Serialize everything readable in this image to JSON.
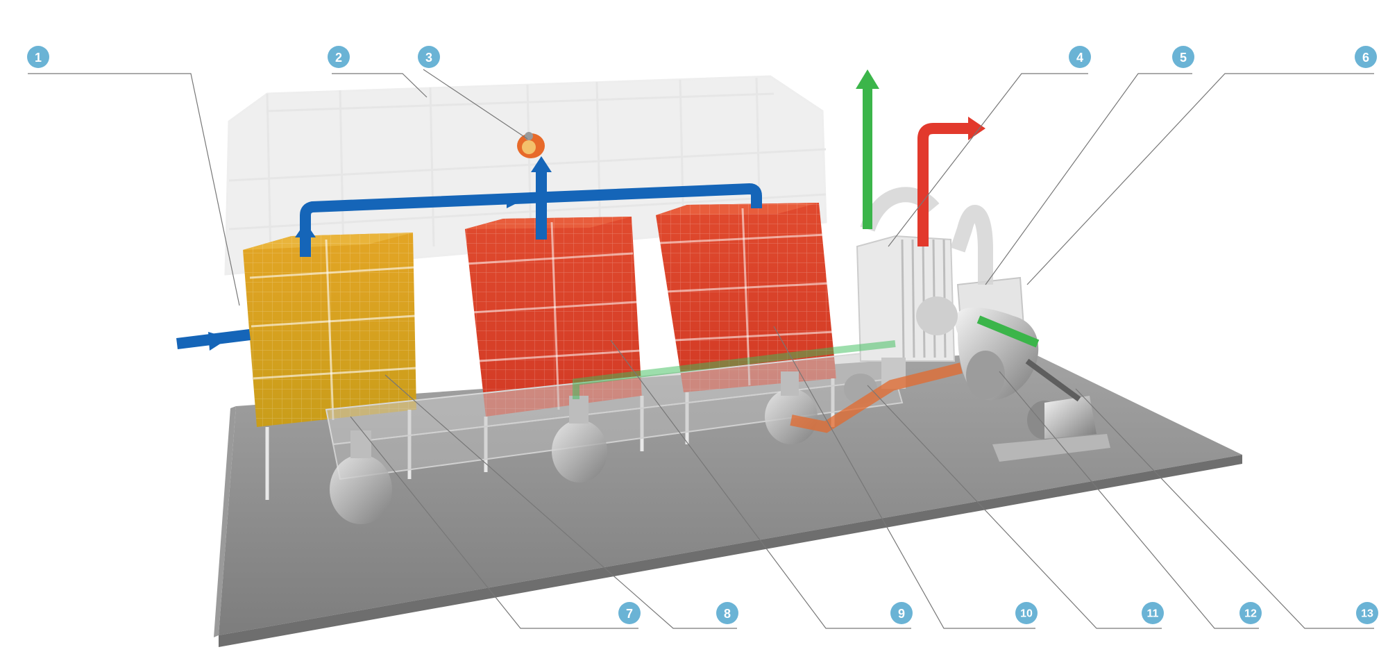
{
  "callouts": [
    {
      "label": "1"
    },
    {
      "label": "2"
    },
    {
      "label": "3"
    },
    {
      "label": "4"
    },
    {
      "label": "5"
    },
    {
      "label": "6"
    },
    {
      "label": "7"
    },
    {
      "label": "8"
    },
    {
      "label": "9"
    },
    {
      "label": "10"
    },
    {
      "label": "11"
    },
    {
      "label": "12"
    },
    {
      "label": "13"
    }
  ],
  "colors": {
    "badge": "#6ab3d5",
    "leader_line": "#777777",
    "base_platform": "#8c8c8c",
    "frame": "#dddddd",
    "chamber_yellow": "#d9a21b",
    "chamber_red": "#d9442a",
    "flow_blue": "#1565b8",
    "flow_green": "#3bb54a",
    "flow_red": "#e2392c",
    "flow_orange": "#e36a2e"
  },
  "icons": [
    "flame-icon",
    "flow-arrow-icon",
    "fan-icon",
    "motor-icon",
    "valve-icon"
  ]
}
